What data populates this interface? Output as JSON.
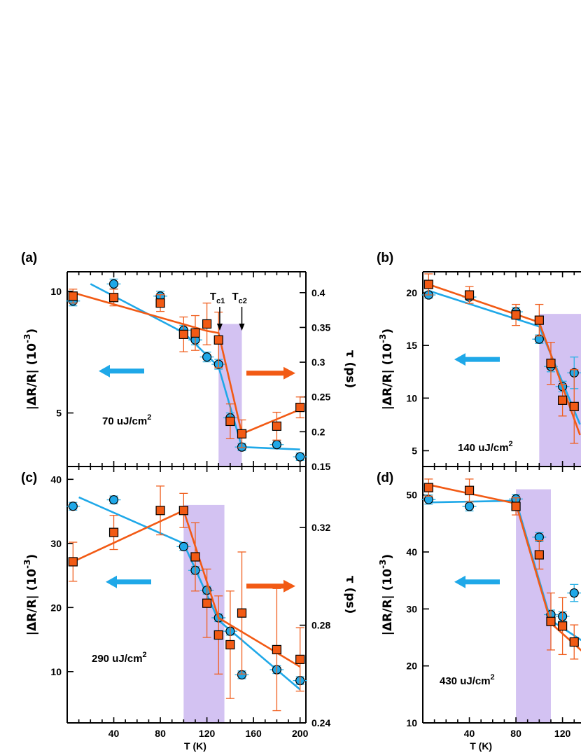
{
  "colors": {
    "reflectivity": "#1fa8e8",
    "tau": "#f25a14",
    "shade": "#d3c2f2",
    "errbar_ref": "#2ab1e6",
    "errbar_tau": "#f06020"
  },
  "chart_data": [
    {
      "type": "scatter",
      "panel": "(a)",
      "fluence": "70 uJ/cm",
      "fluence_exp": "2",
      "ylabel_left": "|ΔR/R| (10",
      "ylabel_left_exp": "-3",
      "ylabel_left_close": ")",
      "ylabel_right": "τ (ps)",
      "xlim": [
        0,
        205
      ],
      "ylim_left": [
        2.8,
        10.8
      ],
      "ylim_right": [
        0.15,
        0.43
      ],
      "yticks_left": [
        5,
        10
      ],
      "yticks_right": [
        0.15,
        0.2,
        0.25,
        0.3,
        0.35,
        0.4
      ],
      "shade_x": [
        130,
        150
      ],
      "arrow_left_dir": "left",
      "arrow_right_dir": "right",
      "markers": [
        {
          "x": 131,
          "label": "T",
          "sub": "c1"
        },
        {
          "x": 150,
          "label": "T",
          "sub": "c2"
        }
      ],
      "series": [
        {
          "axis": "left",
          "marker": "circle",
          "x": [
            5,
            40,
            80,
            100,
            110,
            120,
            130,
            140,
            150,
            180,
            200
          ],
          "y": [
            9.6,
            10.3,
            9.8,
            8.4,
            8.0,
            7.3,
            7.0,
            4.8,
            3.6,
            3.7,
            3.2
          ],
          "yerr": [
            0.2,
            0.2,
            0.2,
            0.2,
            0.2,
            0.2,
            0.2,
            0.2,
            0.15,
            0.15,
            0.15
          ],
          "xerr": [
            6,
            6,
            6,
            6,
            6,
            6,
            6,
            6,
            6,
            6,
            6
          ],
          "fit": [
            [
              20,
              10.3
            ],
            [
              100,
              8.3
            ],
            [
              130,
              6.9
            ],
            [
              150,
              3.6
            ],
            [
              200,
              3.5
            ]
          ]
        },
        {
          "axis": "right",
          "marker": "square",
          "x": [
            5,
            40,
            80,
            100,
            110,
            120,
            130,
            140,
            150,
            180,
            200
          ],
          "y": [
            0.395,
            0.393,
            0.385,
            0.34,
            0.342,
            0.355,
            0.332,
            0.215,
            0.197,
            0.208,
            0.235
          ],
          "yerr": [
            0.01,
            0.012,
            0.012,
            0.025,
            0.025,
            0.03,
            0.04,
            0.025,
            0.02,
            0.02,
            0.015
          ],
          "fit": [
            [
              5,
              0.4
            ],
            [
              120,
              0.345
            ],
            [
              130,
              0.342
            ],
            [
              150,
              0.197
            ],
            [
              200,
              0.232
            ]
          ]
        }
      ]
    },
    {
      "type": "scatter",
      "panel": "(b)",
      "fluence": "140 uJ/cm",
      "fluence_exp": "2",
      "ylabel_left": "|ΔR/R| (10",
      "ylabel_left_exp": "-3",
      "ylabel_left_close": ")",
      "xlim": [
        0,
        205
      ],
      "ylim_left": [
        3.5,
        22
      ],
      "yticks_left": [
        5,
        10,
        15,
        20
      ],
      "shade_x": [
        100,
        150
      ],
      "arrow_left_dir": "left",
      "series": [
        {
          "axis": "left",
          "marker": "circle",
          "x": [
            5,
            40,
            80,
            100,
            110,
            120,
            130
          ],
          "y": [
            19.8,
            19.6,
            18.2,
            15.6,
            13.0,
            11.1,
            12.4
          ],
          "yerr": [
            0.3,
            0.3,
            0.4,
            0.4,
            0.5,
            0.5,
            1.5
          ],
          "xerr": [
            6,
            6,
            6,
            6,
            6,
            6,
            6
          ],
          "fit": [
            [
              5,
              20.2
            ],
            [
              100,
              16.8
            ],
            [
              135,
              7.5
            ]
          ]
        },
        {
          "axis": "left",
          "marker": "square",
          "x": [
            5,
            40,
            80,
            100,
            110,
            120,
            130
          ],
          "y": [
            20.8,
            19.8,
            17.9,
            17.4,
            13.3,
            9.8,
            9.2
          ],
          "yerr": [
            1.0,
            0.8,
            1.0,
            1.5,
            2.0,
            1.5,
            3.5
          ],
          "fit": [
            [
              5,
              20.8
            ],
            [
              100,
              17.2
            ],
            [
              135,
              6.5
            ]
          ]
        }
      ]
    },
    {
      "type": "scatter",
      "panel": "(c)",
      "fluence": "290 uJ/cm",
      "fluence_exp": "2",
      "ylabel_left": "|ΔR/R| (10",
      "ylabel_left_exp": "-3",
      "ylabel_left_close": ")",
      "ylabel_right": "τ (ps)",
      "xlim": [
        0,
        205
      ],
      "ylim_left": [
        2,
        42
      ],
      "ylim_right": [
        0.24,
        0.345
      ],
      "yticks_left": [
        10,
        20,
        30,
        40
      ],
      "yticks_right": [
        0.24,
        0.28,
        0.32
      ],
      "shade_x": [
        100,
        135
      ],
      "arrow_left_dir": "left",
      "arrow_right_dir": "right",
      "series": [
        {
          "axis": "left",
          "marker": "circle",
          "x": [
            5,
            40,
            100,
            110,
            120,
            130,
            140,
            150,
            180,
            200
          ],
          "y": [
            35.8,
            36.8,
            29.5,
            25.8,
            22.7,
            18.4,
            16.3,
            9.5,
            10.3,
            8.6
          ],
          "yerr": [
            0.6,
            0.6,
            0.6,
            0.6,
            0.6,
            0.6,
            0.6,
            0.6,
            0.6,
            0.6
          ],
          "xerr": [
            6,
            6,
            6,
            6,
            6,
            6,
            6,
            6,
            6,
            6
          ],
          "fit": [
            [
              10,
              37.2
            ],
            [
              100,
              30.0
            ],
            [
              130,
              18.0
            ],
            [
              200,
              7.2
            ]
          ]
        },
        {
          "axis": "right",
          "marker": "square",
          "x": [
            5,
            40,
            80,
            100,
            110,
            120,
            130,
            140,
            150,
            180,
            200
          ],
          "y": [
            0.306,
            0.318,
            0.327,
            0.327,
            0.308,
            0.289,
            0.276,
            0.272,
            0.285,
            0.27,
            0.266
          ],
          "yerr": [
            0.008,
            0.007,
            0.01,
            0.007,
            0.014,
            0.014,
            0.016,
            0.022,
            0.025,
            0.025,
            0.013
          ],
          "fit": [
            [
              5,
              0.306
            ],
            [
              100,
              0.327
            ],
            [
              130,
              0.283
            ],
            [
              200,
              0.263
            ]
          ]
        }
      ]
    },
    {
      "type": "scatter",
      "panel": "(d)",
      "fluence": "430 uJ/cm",
      "fluence_exp": "2",
      "ylabel_left": "|ΔR/R| (10",
      "ylabel_left_exp": "-3",
      "ylabel_left_close": ")",
      "xlabel": "T (K)",
      "xlim": [
        0,
        205
      ],
      "ylim_left": [
        10,
        55
      ],
      "yticks_left": [
        10,
        20,
        30,
        40,
        50
      ],
      "xticks": [
        40,
        80,
        120
      ],
      "shade_x": [
        80,
        110
      ],
      "arrow_left_dir": "left",
      "series": [
        {
          "axis": "left",
          "marker": "circle",
          "x": [
            5,
            40,
            80,
            100,
            110,
            120,
            130
          ],
          "y": [
            49.2,
            48.0,
            49.3,
            42.6,
            29.0,
            28.7,
            32.8
          ],
          "yerr": [
            0.8,
            0.8,
            0.8,
            0.8,
            0.8,
            0.8,
            1.5
          ],
          "xerr": [
            6,
            6,
            6,
            6,
            6,
            6,
            6
          ],
          "fit": [
            [
              5,
              48.7
            ],
            [
              80,
              49.0
            ],
            [
              110,
              28.0
            ],
            [
              140,
              24.0
            ]
          ]
        },
        {
          "axis": "left",
          "marker": "square",
          "x": [
            5,
            40,
            80,
            100,
            110,
            120,
            130
          ],
          "y": [
            51.3,
            50.8,
            48.0,
            39.5,
            27.8,
            27.0,
            24.2
          ],
          "yerr": [
            1.5,
            2.0,
            1.5,
            2.5,
            5.0,
            5.0,
            3.0
          ],
          "fit": [
            [
              5,
              51.8
            ],
            [
              80,
              48.5
            ],
            [
              110,
              27.5
            ],
            [
              140,
              22.0
            ]
          ]
        }
      ]
    },
    {
      "type": "scatter",
      "panel": "x-axis",
      "xlabel": "T (K)",
      "xticks": [
        40,
        80,
        120,
        160,
        200
      ]
    }
  ]
}
